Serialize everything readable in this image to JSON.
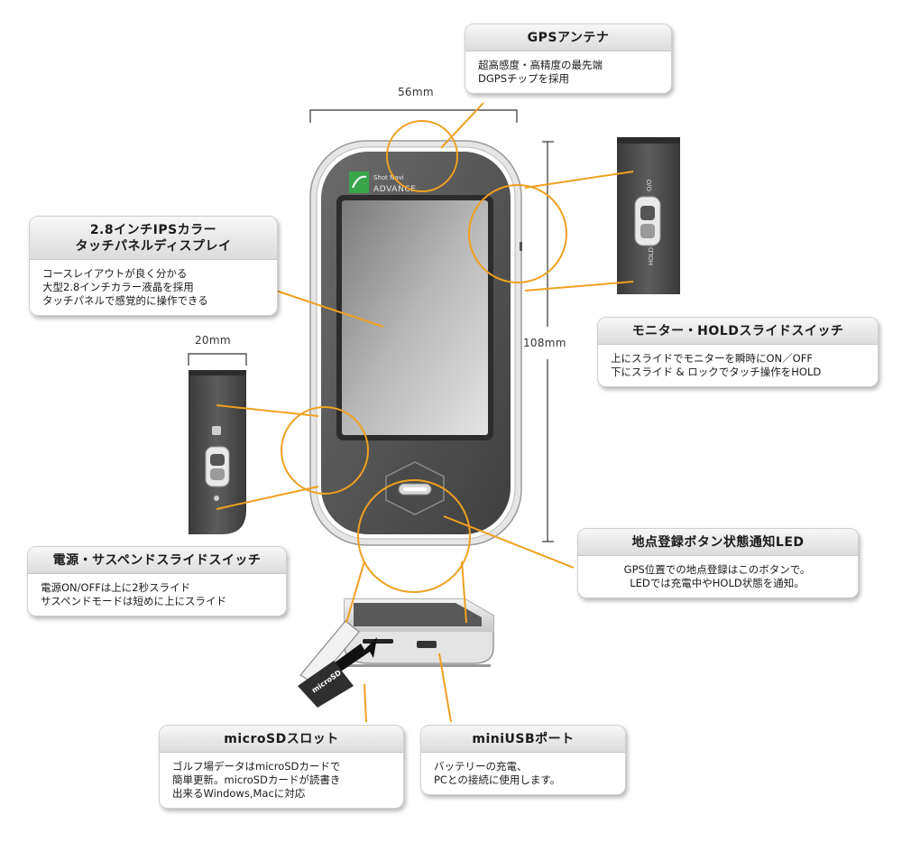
{
  "dimensions": {
    "width": "56mm",
    "height": "108mm",
    "thickness": "20mm"
  },
  "device": {
    "brand_line1": "Shot Navi",
    "brand_line2": "ADVANCE",
    "card_label": "microSD"
  },
  "callouts": {
    "gps": {
      "title": "GPSアンテナ",
      "body": "超高感度・高精度の最先端\nDGPSチップを採用"
    },
    "display": {
      "title": "2.8インチIPSカラー\nタッチパネルディスプレイ",
      "body": "コースレイアウトが良く分かる\n大型2.8インチカラー液晶を採用\nタッチパネルで感覚的に操作できる"
    },
    "monitor_hold": {
      "title": "モニター・HOLDスライドスイッチ",
      "body": "上にスライドでモニターを瞬時にON／OFF\n下にスライド & ロックでタッチ操作をHOLD"
    },
    "power": {
      "title": "電源・サスペンドスライドスイッチ",
      "body": "電源ON/OFFは上に2秒スライド\nサスペンドモードは短めに上にスライド"
    },
    "led": {
      "title": "地点登録ボタン状態通知LED",
      "body": "GPS位置での地点登録はこのボタンで。\nLEDでは充電中やHOLD状態を通知。"
    },
    "microsd": {
      "title": "microSDスロット",
      "body": "ゴルフ場データはmicroSDカードで\n簡単更新。microSDカードが読書き\n出来るWindows,Macに対応"
    },
    "usb": {
      "title": "miniUSBポート",
      "body": "バッテリーの充電、\nPCとの接続に使用します。"
    }
  },
  "colors": {
    "leader": "#F0A020",
    "device_body": "#5a5a5a",
    "device_rim": "#d8d8d8",
    "screen": "#b9b9b9",
    "logo": "#3aa64a"
  }
}
